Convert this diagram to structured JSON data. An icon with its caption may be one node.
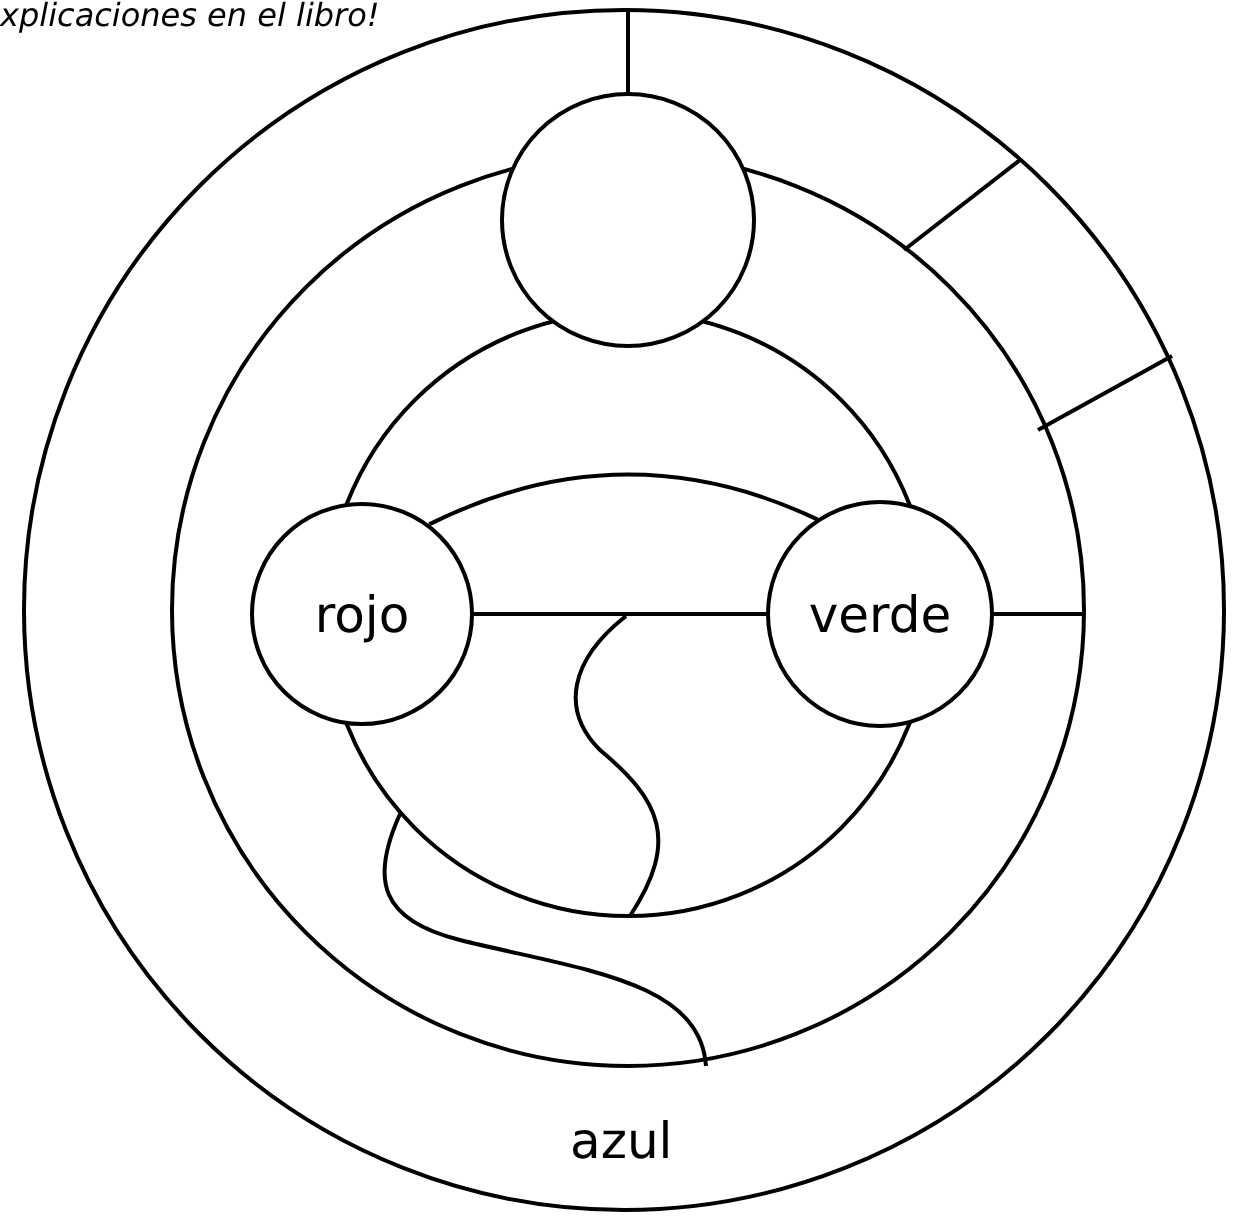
{
  "diagram": {
    "nodes": [
      {
        "text": [],
        "shape": "circle"
      },
      {
        "text": [
          "rojo"
        ]
      },
      {
        "text": [
          "verde"
        ]
      }
    ],
    "edges": [
      {
        "from": 1,
        "to": 2,
        "arrow": "none"
      },
      {
        "from": 1,
        "to": 2,
        "arrow": "none"
      }
    ],
    "labels": [
      "xplicaciones en el libro!",
      "azul"
    ]
  }
}
